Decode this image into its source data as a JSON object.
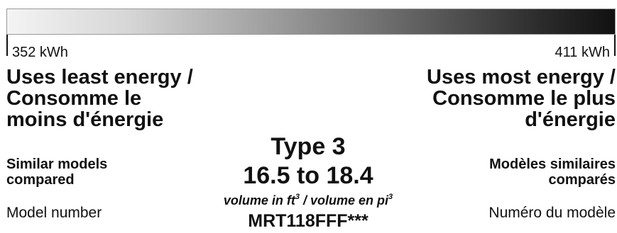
{
  "scale": {
    "min_label": "352 kWh",
    "max_label": "411 kWh"
  },
  "least_energy": {
    "lines": [
      "Uses least energy /",
      "Consomme le",
      "moins d'énergie"
    ]
  },
  "most_energy": {
    "lines": [
      "Uses most energy /",
      "Consomme le plus",
      "d'énergie"
    ]
  },
  "similar_models": {
    "en": [
      "Similar models",
      "compared"
    ],
    "fr": [
      "Modèles similaires",
      "comparés"
    ]
  },
  "model_number": {
    "en_label": "Model number",
    "fr_label": "Numéro du modèle",
    "value": "MRT118FFF***"
  },
  "type": {
    "label": "Type 3",
    "range": "16.5 to 18.4",
    "unit_en": "volume in ft",
    "unit_sep": " / volume en pi",
    "unit_exp": "3"
  },
  "colors": {
    "bar_start": "#f4f4f4",
    "bar_end": "#111111"
  }
}
